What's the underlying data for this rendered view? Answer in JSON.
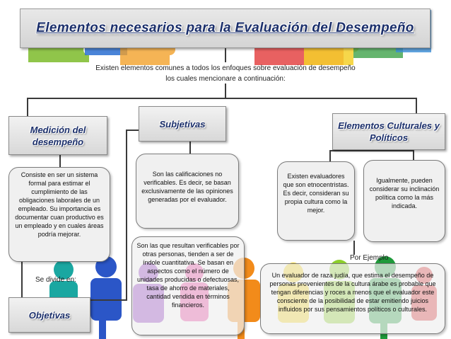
{
  "title": "Elementos necesarios para la Evaluación del Desempeño",
  "intro": "Existen elementos comunes a todos los enfoques sobre evaluación de desempeño los cuales mencionare a continuación:",
  "branches": {
    "medicion": {
      "heading": "Medición del desempeño",
      "description": "Consiste en ser un sistema formal para estimar el cumplimiento de las obligaciones laborales de un empleado. Su importancia es documentar cuan productivo es un empleado y en cuales áreas podría mejorar.",
      "divide_label": "Se divide en:"
    },
    "subjetivas": {
      "heading": "Subjetivas",
      "description": "Son las calificaciones no verificables. Es decir, se basan exclusivamente de las opiniones generadas por el evaluador."
    },
    "objetivas": {
      "heading": "Objetivas",
      "description": "Son las que resultan verificables por otras personas, tienden a ser de índole cuantitativa. Se basan en aspectos como el número de unidades producidas o defectuosas, tasa de ahorro de materiales, cantidad vendida en términos financieros."
    },
    "culturales": {
      "heading": "Elementos Culturales y Políticos",
      "description_left": "Existen evaluadores que son etnocentristas. Es decir, consideran su propia cultura como la mejor.",
      "description_right": "Igualmente, pueden considerar su inclinación política como la más indicada.",
      "example_label": "Por Ejemplo",
      "example": "Un evaluador de raza judía, que estima el desempeño de personas provenientes de la cultura árabe es probable que tengan diferencias y roces a menos que el evaluador este consciente de la posibilidad de estar emitiendo juicios influidos por sus pensamientos políticos o culturales."
    }
  }
}
